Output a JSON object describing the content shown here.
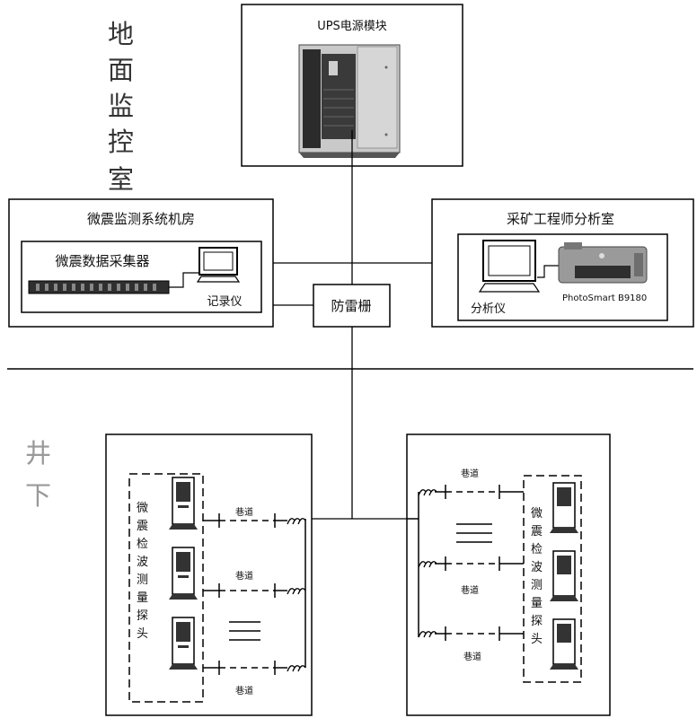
{
  "ground": {
    "section_label": [
      "地",
      "面",
      "监",
      "控",
      "室"
    ],
    "ups_title": "UPS电源模块",
    "room_title": "微震监测系统机房",
    "collector_title": "微震数据采集器",
    "recorder_label": "记录仪",
    "lightning_label": "防雷栅",
    "engineer_room_title": "采矿工程师分析室",
    "analyzer_label": "分析仪",
    "printer_label": "PhotoSmart B9180"
  },
  "underground": {
    "section_label": [
      "井",
      "下"
    ],
    "left_group_label": [
      "微",
      "震",
      "检",
      "波",
      "测",
      "量",
      "探",
      "头"
    ],
    "right_group_label": [
      "微",
      "震",
      "检",
      "波",
      "测",
      "量",
      "探",
      "头"
    ],
    "tunnel_label": "巷道"
  },
  "colors": {
    "line": "#000000",
    "device_dark": "#333333",
    "ups_face": "#b5b5b5"
  }
}
